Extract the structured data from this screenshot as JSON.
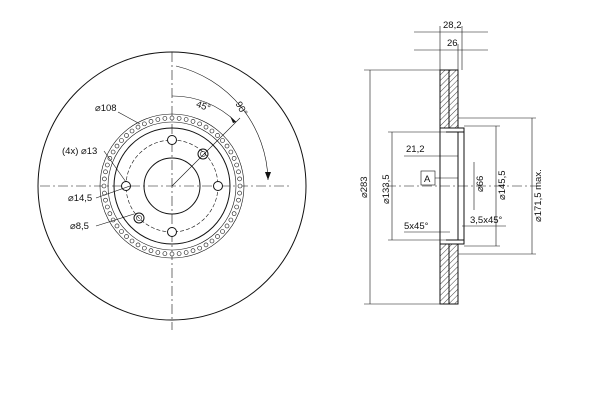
{
  "front_view": {
    "labels": {
      "pcd": "⌀108",
      "holes": "(4x) ⌀13",
      "bore": "⌀14,5",
      "pin": "⌀8,5",
      "angle_45": "45°",
      "angle_90": "90°"
    },
    "bolt_hole_count": 4,
    "vent_holes": 60
  },
  "side_view": {
    "labels": {
      "total_width": "28,2",
      "disc_width": "26",
      "outer_diameter": "⌀283",
      "inner_diameter": "⌀133,5",
      "offset": "21,2",
      "datum": "A",
      "center_bore": "⌀66",
      "hub_diameter": "⌀145,5",
      "max_diameter": "⌀171,5 max.",
      "chamfer_left": "5x45°",
      "chamfer_right": "3,5x45°"
    }
  },
  "colors": {
    "line": "#111111",
    "background": "#ffffff"
  }
}
